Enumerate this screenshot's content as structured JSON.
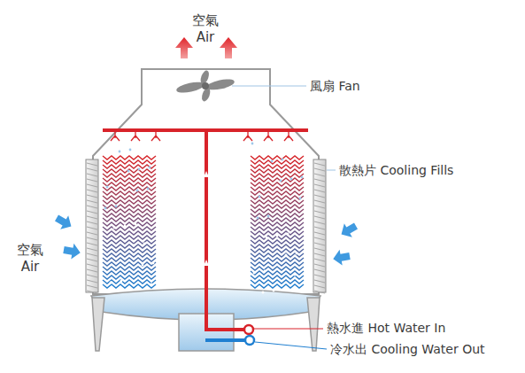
{
  "diagram": {
    "labels": [
      "空氣 Air",
      "風扇 Fan",
      "散熱片 Cooling Fills",
      "空氣 Air",
      "熱水進 Hot Water In",
      "冷水出 Cooling Water Out"
    ]
  }
}
